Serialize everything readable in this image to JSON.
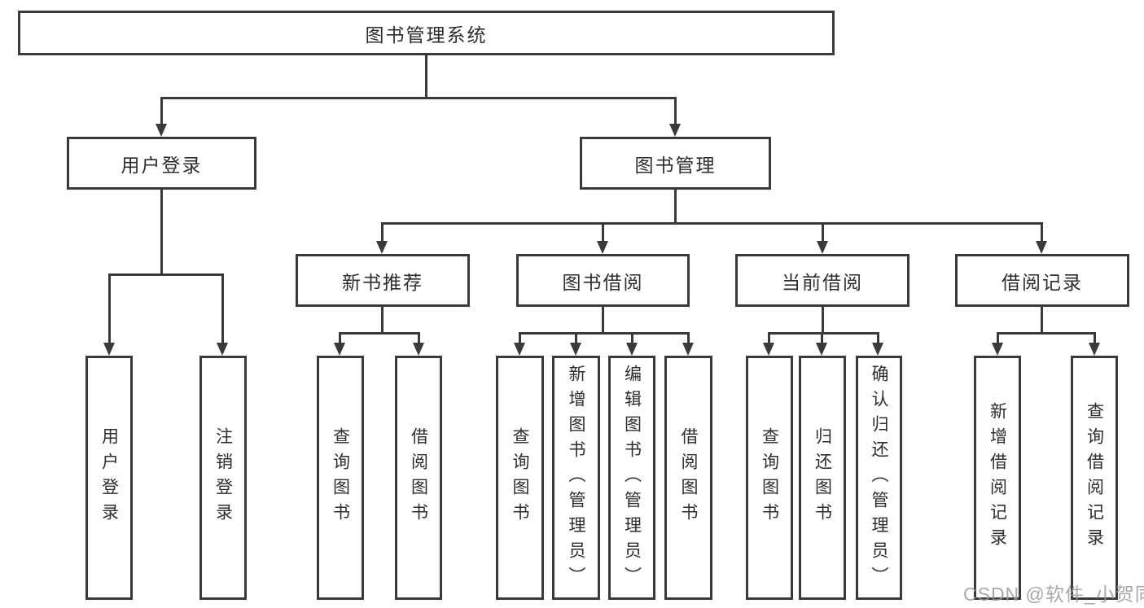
{
  "chart": {
    "root": "图书管理系统",
    "level2": {
      "user_login": "用户登录",
      "book_mgmt": "图书管理"
    },
    "level3": {
      "new_books": "新书推荐",
      "borrowing": "图书借阅",
      "current": "当前借阅",
      "records": "借阅记录"
    },
    "leaves": {
      "login": "用户登录",
      "logout": "注销登录",
      "nb_query": "查询图书",
      "nb_borrow": "借阅图书",
      "bw_query": "查询图书",
      "bw_add": "新增图书（管理员）",
      "bw_edit": "编辑图书（管理员）",
      "bw_borrow": "借阅图书",
      "cur_query": "查询图书",
      "cur_return": "归还图书",
      "cur_confirm": "确认归还（管理员）",
      "rec_add": "新增借阅记录",
      "rec_query": "查询借阅记录"
    },
    "watermark": "CSDN @软件_小贺同学",
    "colors": {
      "line": "#3a3a3a",
      "text": "#2d2d2d",
      "watermark": "#9a9a9a",
      "background": "#ffffff"
    }
  }
}
